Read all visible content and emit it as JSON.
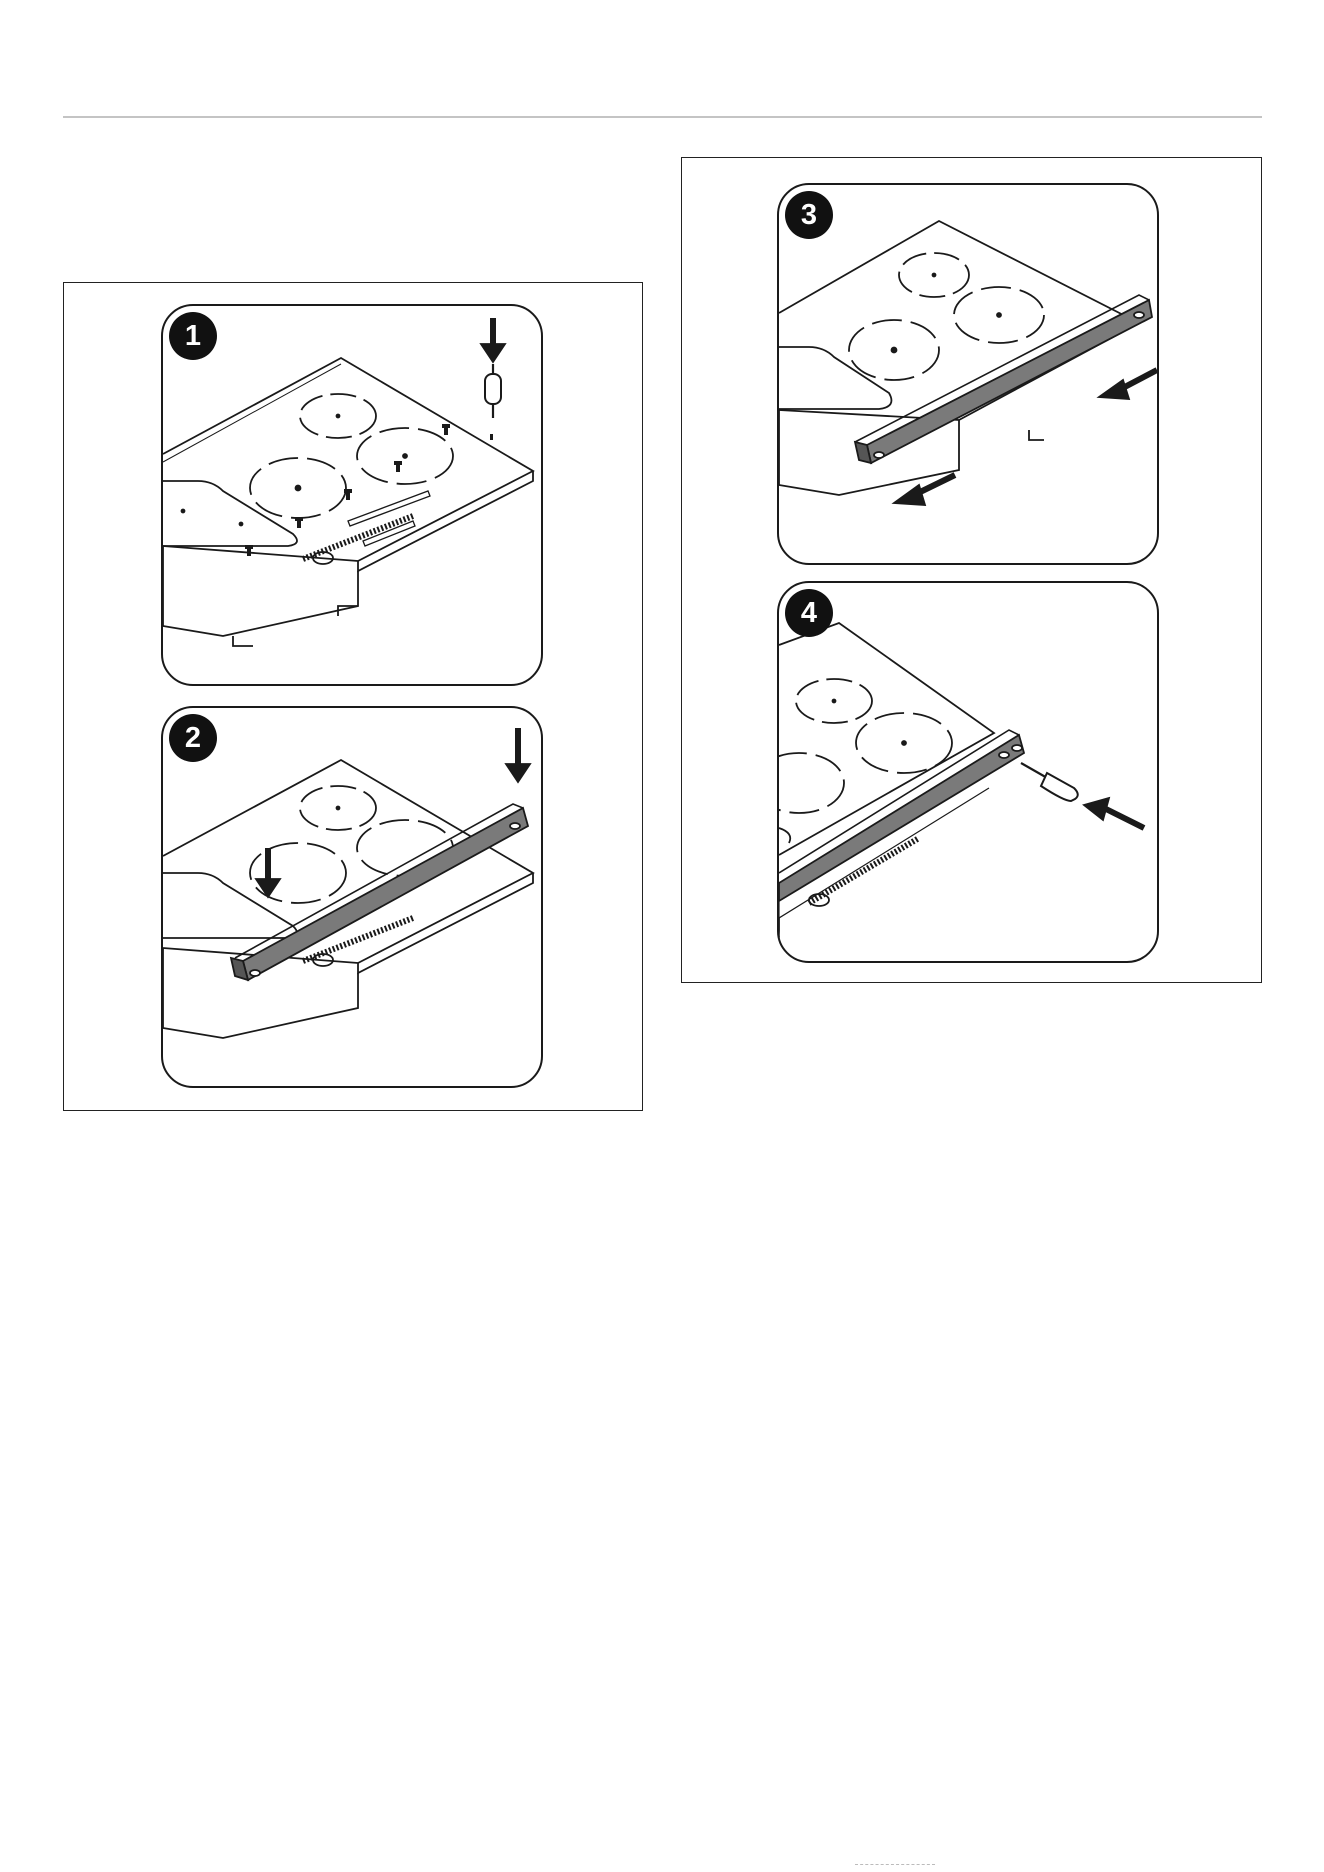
{
  "steps": [
    {
      "number": "1",
      "icon": "screw-removal-illustration"
    },
    {
      "number": "2",
      "icon": "trim-placement-illustration"
    },
    {
      "number": "3",
      "icon": "trim-slide-illustration"
    },
    {
      "number": "4",
      "icon": "screw-fastening-illustration"
    }
  ],
  "colors": {
    "line": "#1a1a1a",
    "trim": "#7a7a7a",
    "badge": "#111111"
  }
}
